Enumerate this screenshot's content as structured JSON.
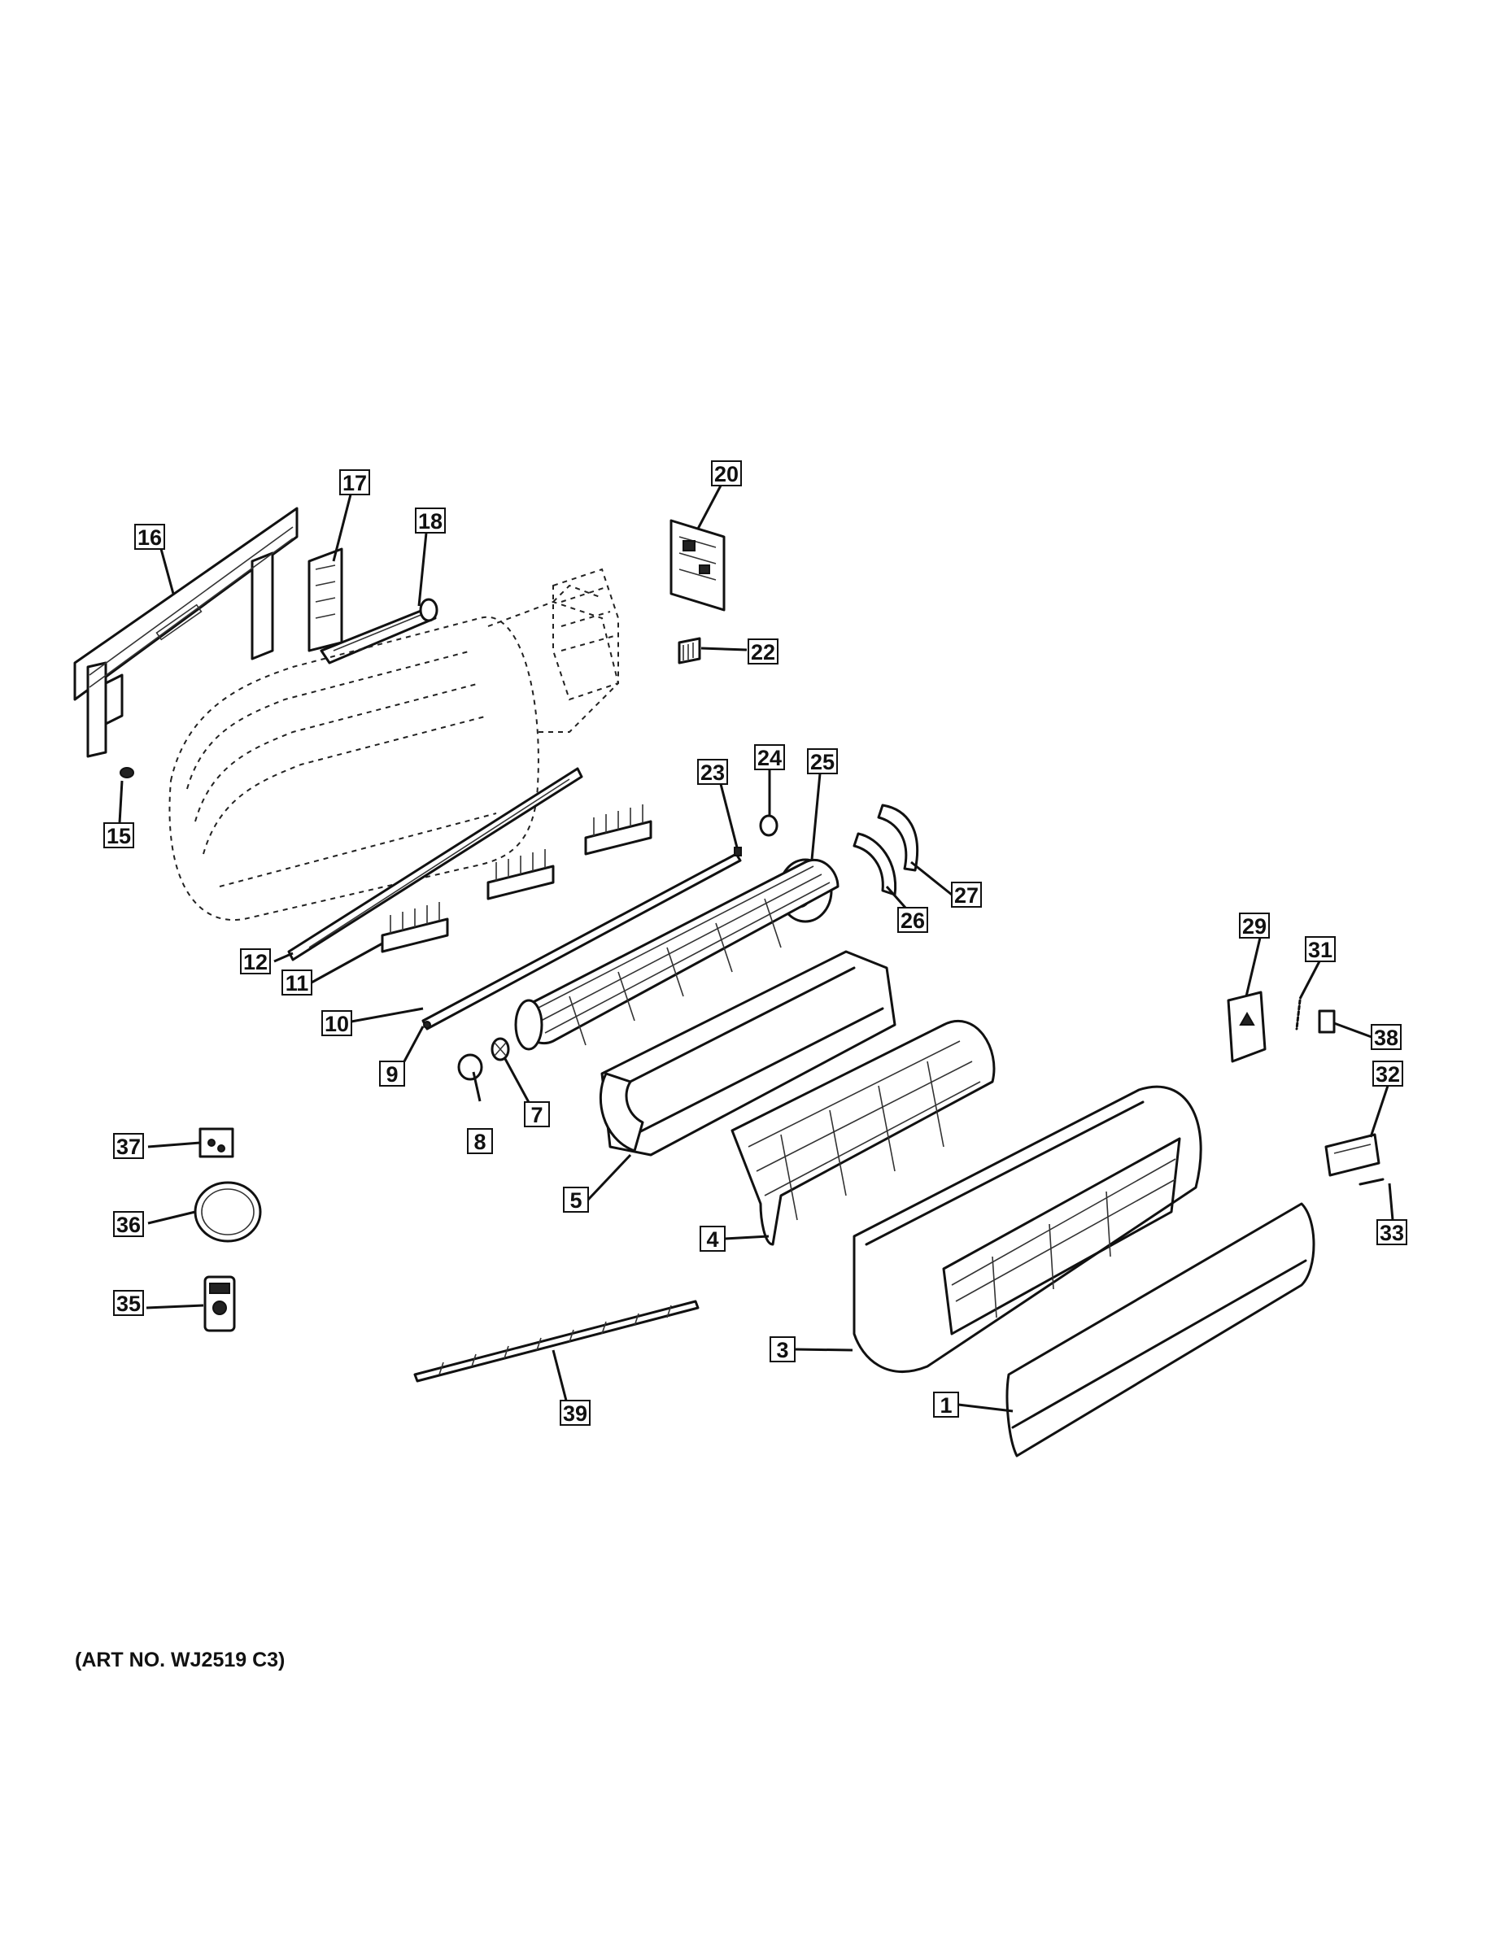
{
  "art_number": "(ART NO. WJ2519 C3)",
  "callouts": [
    "1",
    "3",
    "4",
    "5",
    "7",
    "8",
    "9",
    "10",
    "11",
    "12",
    "15",
    "16",
    "17",
    "18",
    "20",
    "22",
    "23",
    "24",
    "25",
    "26",
    "27",
    "29",
    "31",
    "32",
    "33",
    "35",
    "36",
    "37",
    "38",
    "39"
  ]
}
